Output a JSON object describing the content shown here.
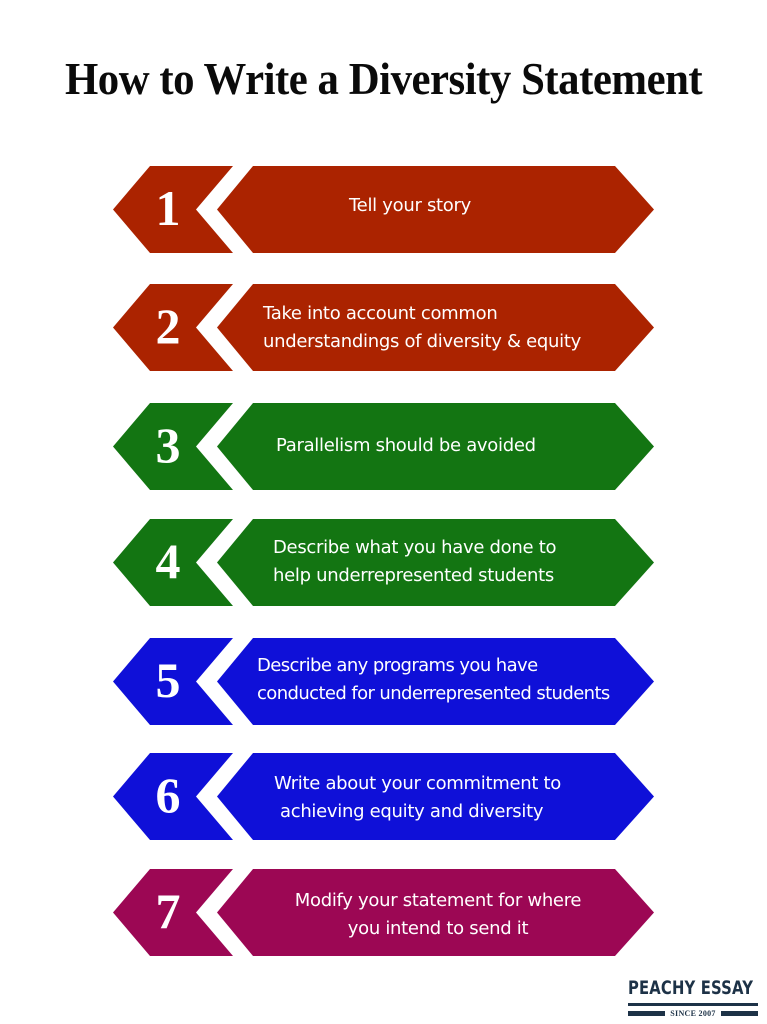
{
  "title": "How to Write a Diversity Statement",
  "colors": {
    "red": "#ab2300",
    "green": "#137512",
    "blue": "#0f10d8",
    "magenta": "#9c0754"
  },
  "steps": [
    {
      "number": "1",
      "color": "#ab2300",
      "lines": [
        "Tell your story"
      ]
    },
    {
      "number": "2",
      "color": "#ab2300",
      "lines": [
        "Take into account common",
        "understandings of diversity & equity"
      ]
    },
    {
      "number": "3",
      "color": "#137512",
      "lines": [
        "Parallelism should be avoided"
      ]
    },
    {
      "number": "4",
      "color": "#137512",
      "lines": [
        "Describe what you have done to",
        "help underrepresented students"
      ]
    },
    {
      "number": "5",
      "color": "#0f10d8",
      "lines": [
        "Describe any programs you have",
        "conducted for underrepresented students"
      ]
    },
    {
      "number": "6",
      "color": "#0f10d8",
      "lines": [
        "Write about your commitment to",
        "achieving equity and diversity"
      ]
    },
    {
      "number": "7",
      "color": "#9c0754",
      "lines": [
        "Modify your statement for where",
        "you intend to send it"
      ]
    }
  ],
  "logo": {
    "name": "PEACHY ESSAY",
    "tagline": "SINCE 2007"
  }
}
